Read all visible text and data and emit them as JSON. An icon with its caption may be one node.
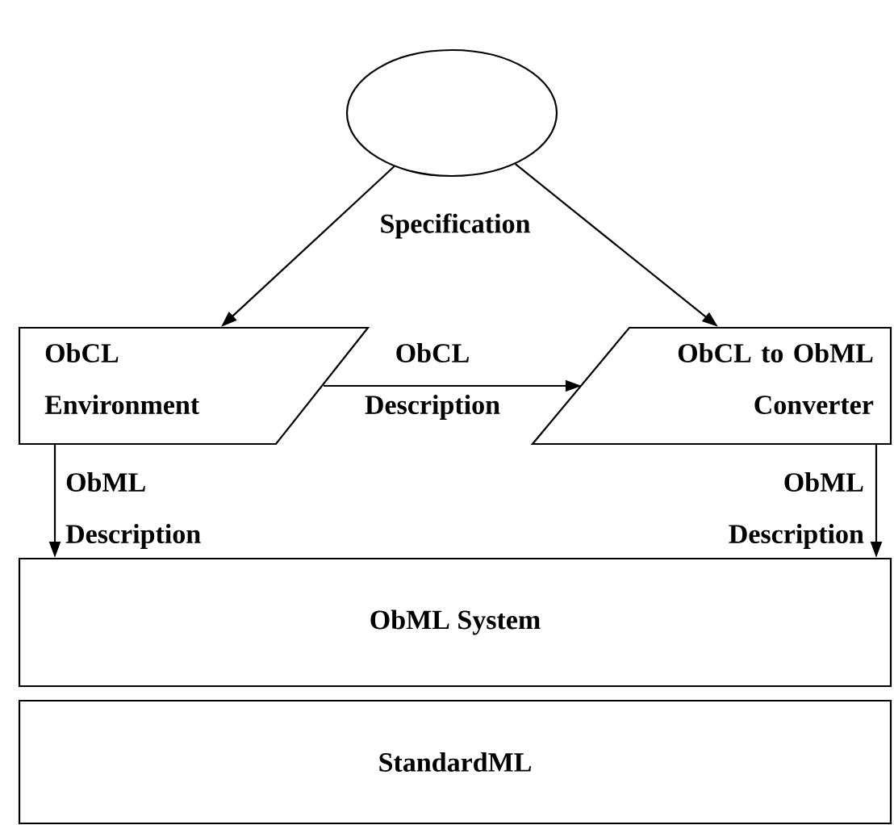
{
  "diagram": {
    "nodes": [
      {
        "text": [],
        "shape": "ellipse",
        "beside": [
          "Specification"
        ]
      },
      {
        "text": [
          "ObCL Environment"
        ]
      },
      {
        "text": [
          "ObCL to ObML Converter"
        ]
      },
      {
        "text": [
          "ObML System"
        ]
      },
      {
        "text": [
          "StandardML"
        ]
      }
    ],
    "edges": [
      {
        "from": 0,
        "to": 1,
        "arrow": "to"
      },
      {
        "from": 0,
        "to": 2,
        "arrow": "to"
      },
      {
        "from": 1,
        "to": 2,
        "arrow": "to",
        "label": "ObCL Description"
      },
      {
        "from": 1,
        "to": 3,
        "arrow": "to",
        "label": "ObML Description"
      },
      {
        "from": 2,
        "to": 3,
        "arrow": "to",
        "label": "ObML Description"
      }
    ]
  }
}
